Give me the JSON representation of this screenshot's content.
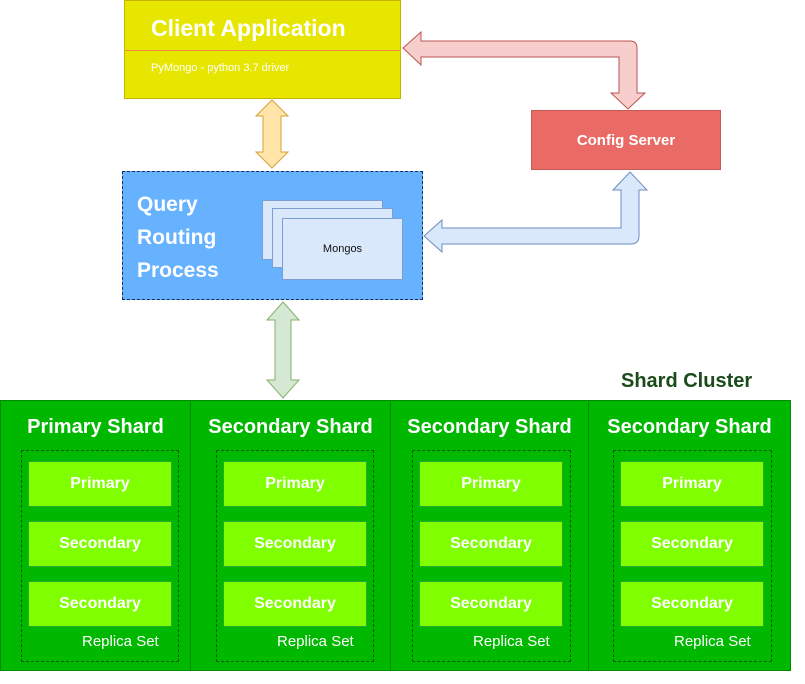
{
  "client": {
    "title": "Client Application",
    "subtitle": "PyMongo - python 3.7 driver"
  },
  "config_server": {
    "label": "Config Server"
  },
  "query_router": {
    "title": "Query Routing Process",
    "card_label": "Mongos"
  },
  "shard_cluster": {
    "title": "Shard Cluster",
    "shards": [
      {
        "title": "Primary Shard",
        "members": [
          "Primary",
          "Secondary",
          "Secondary"
        ],
        "replica_label": "Replica Set"
      },
      {
        "title": "Secondary Shard",
        "members": [
          "Primary",
          "Secondary",
          "Secondary"
        ],
        "replica_label": "Replica Set"
      },
      {
        "title": "Secondary Shard",
        "members": [
          "Primary",
          "Secondary",
          "Secondary"
        ],
        "replica_label": "Replica Set"
      },
      {
        "title": "Secondary Shard",
        "members": [
          "Primary",
          "Secondary",
          "Secondary"
        ],
        "replica_label": "Replica Set"
      }
    ]
  },
  "colors": {
    "client_fill": "#e6e600",
    "config_fill": "#ea6b66",
    "query_fill": "#66b2ff",
    "cluster_fill": "#00b800",
    "member_fill": "#80ff00",
    "arrow_client_query": "#ffe6a8",
    "arrow_client_config": "#f8cecc",
    "arrow_query_config": "#dae8fc",
    "arrow_query_cluster": "#d5e8d4"
  }
}
